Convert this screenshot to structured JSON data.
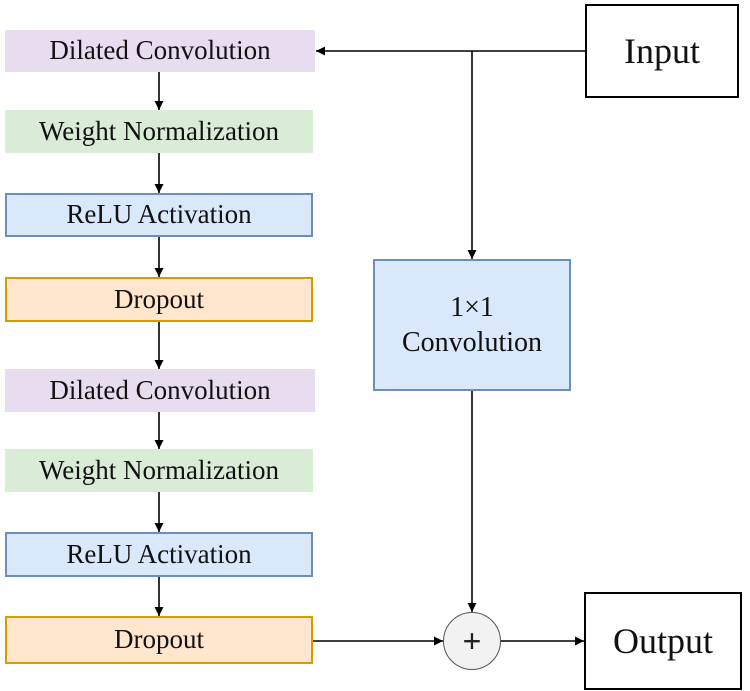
{
  "blocks": {
    "dilated_conv_1": "Dilated Convolution",
    "weight_norm_1": "Weight Normalization",
    "relu_1": "ReLU Activation",
    "dropout_1": "Dropout",
    "dilated_conv_2": "Dilated Convolution",
    "weight_norm_2": "Weight Normalization",
    "relu_2": "ReLU Activation",
    "dropout_2": "Dropout"
  },
  "input_label": "Input",
  "output_label": "Output",
  "conv1x1": {
    "line1": "1×1",
    "line2": "Convolution"
  },
  "sum_symbol": "+",
  "colors": {
    "purple": "#e8dcef",
    "green": "#d9ecd6",
    "blue_fill": "#dae8fc",
    "blue_border": "#6c8ebf",
    "orange_fill": "#ffe6cc",
    "orange_border": "#d79b00"
  }
}
